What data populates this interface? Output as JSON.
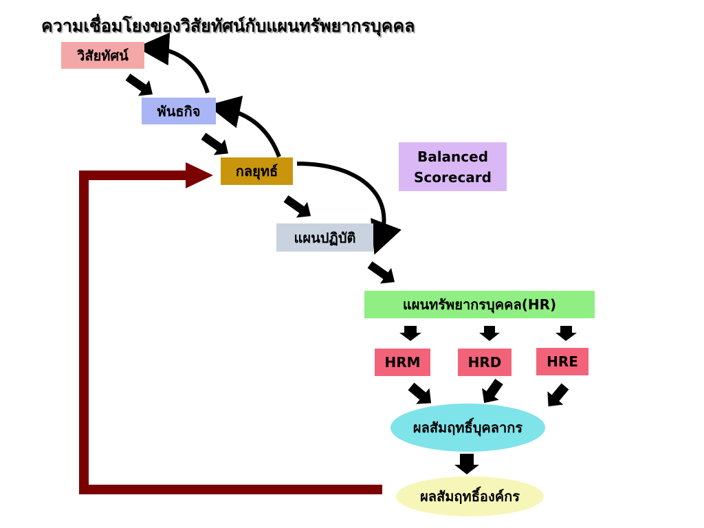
{
  "title": "ความเชื่อมโยงของวิสัยทัศน์กับแผนทรัพยากรบุคคล",
  "nodes": {
    "vision": "วิสัยทัศน์",
    "mission": "พันธกิจ",
    "strategy": "กลยุทธ์",
    "action_plan": "แผนปฏิบัติ",
    "balanced_scorecard_line1": "Balanced",
    "balanced_scorecard_line2": "Scorecard",
    "hr_plan": "แผนทรัพยากรบุคคล(HR)",
    "hrm": "HRM",
    "hrd": "HRD",
    "hre": "HRE",
    "personnel_outcome": "ผลสัมฤทธิ์บุคลากร",
    "org_outcome": "ผลสัมฤทธิ์องค์กร"
  },
  "colors": {
    "vision_bg": "#f4a7a7",
    "mission_bg": "#a9b5f5",
    "strategy_bg": "#c8950c",
    "action_plan_bg": "#c9d3e0",
    "balanced_bg": "#d9b8f5",
    "hr_plan_bg": "#8fef83",
    "hr_sub_bg": "#f2637a",
    "personnel_bg": "#7fe3ea",
    "org_bg": "#f6f6b8",
    "feedback_arrow": "#7b0000",
    "arrow": "#000000"
  }
}
